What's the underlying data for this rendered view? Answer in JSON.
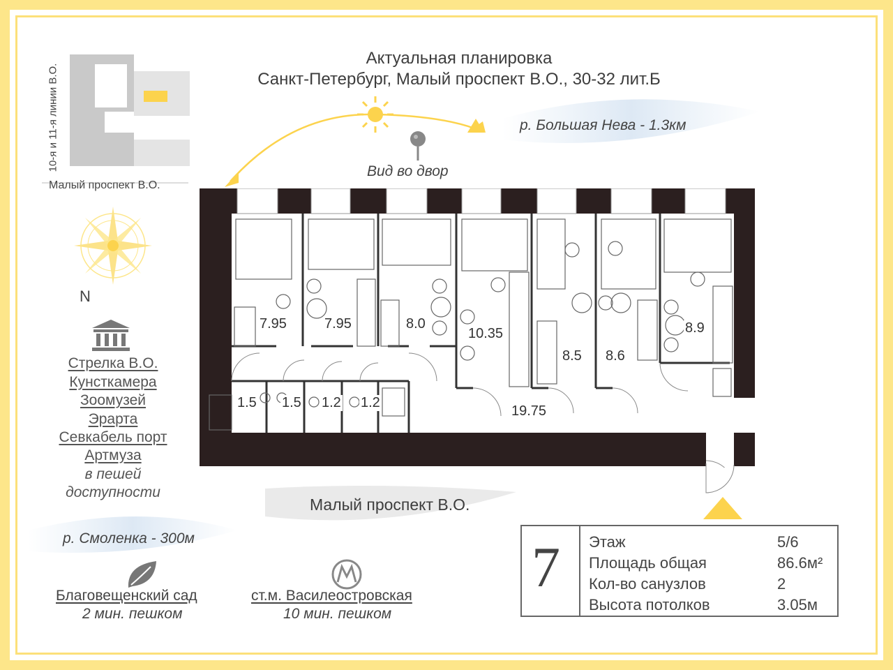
{
  "header": {
    "title": "Актуальная планировка",
    "address": "Санкт-Петербург, Малый проспект В.О., 30-32 лит.Б"
  },
  "minimap": {
    "side_street": "10-я и 11-я линии В.О.",
    "bottom_street": "Малый проспект В.О."
  },
  "compass": {
    "north": "N"
  },
  "river_big_neva": "р. Большая Нева - 1.3км",
  "river_smolenka": "р. Смоленка - 300м",
  "courtyard_view": "Вид во двор",
  "street_label": "Малый проспект В.О.",
  "poi": {
    "items": [
      "Стрелка В.О.",
      "Кунсткамера",
      "Зоомузей",
      "Эрарта",
      "Севкабель порт",
      "Артмуза"
    ],
    "walk_note_1": "в пешей",
    "walk_note_2": "доступности"
  },
  "garden": {
    "name": "Благовещенский сад",
    "time": "2 мин. пешком"
  },
  "metro": {
    "name": "ст.м. Василеостровская",
    "time": "10 мин. пешком"
  },
  "rooms": {
    "r1": "7.95",
    "r2": "7.95",
    "r3": "8.0",
    "r4": "10.35",
    "r5": "8.5",
    "r6": "8.6",
    "r7": "8.9",
    "corridor": "19.75",
    "b1": "1.5",
    "b2": "1.5",
    "b3": "1.2",
    "b4": "1.2"
  },
  "info": {
    "floor_number": "7",
    "floor_label": "Этаж",
    "floor_value": "5/6",
    "area_label": "Площадь общая",
    "area_value": "86.6м²",
    "bath_label": "Кол-во санузлов",
    "bath_value": "2",
    "height_label": "Высота потолков",
    "height_value": "3.05м"
  },
  "colors": {
    "accent": "#fcd34d",
    "wall": "#2b1f1f",
    "frame": "#fde68a"
  }
}
